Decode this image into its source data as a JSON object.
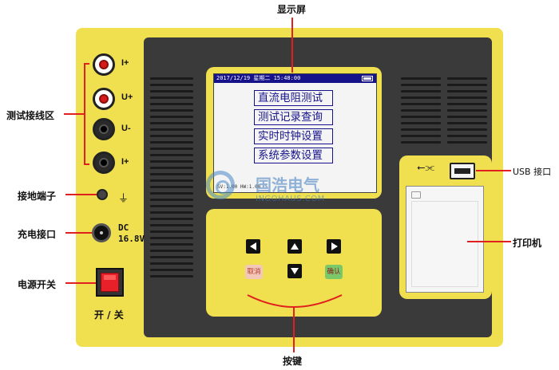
{
  "callouts": {
    "display": "显示屏",
    "test_terminals": "测试接线区",
    "ground_terminal": "接地端子",
    "charging_port": "充电接口",
    "power_switch": "电源开关",
    "usb_port": "USB 接口",
    "printer": "打印机",
    "keys": "按键"
  },
  "terminals": {
    "i_plus_1": "I+",
    "u_plus": "U+",
    "u_minus": "U-",
    "i_plus_2": "I+"
  },
  "dc_input": {
    "line1": "DC",
    "line2": "16.8V"
  },
  "power_switch_label": "开 / 关",
  "lcd": {
    "status": "2017/12/19  星期二  15:48:00",
    "menu": [
      "直流电阻测试",
      "测试记录查询",
      "实时时钟设置",
      "系统参数设置"
    ],
    "bottom": "SV:1.00   HW:1.00"
  },
  "keypad": {
    "cancel_label": "取消",
    "confirm_label": "确认"
  },
  "watermark": {
    "cn": "国浩电气",
    "en": "INGOHAUS.COM"
  },
  "colors": {
    "panel_yellow": "#f0e050",
    "panel_dark": "#3a3a3a",
    "callout_red": "#e0201e",
    "lcd_blue": "#16138a"
  }
}
